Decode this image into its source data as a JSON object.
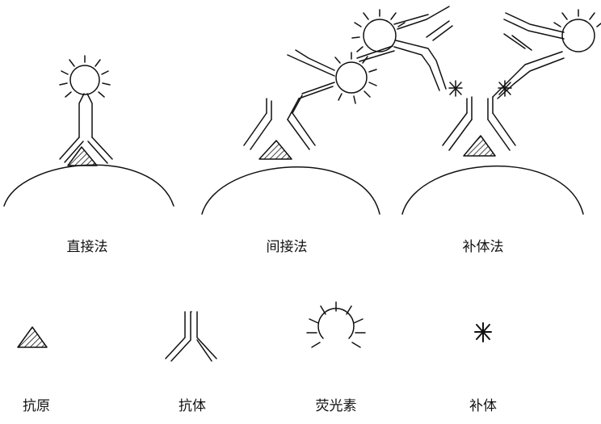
{
  "methods": [
    {
      "label": "直接法"
    },
    {
      "label": "间接法"
    },
    {
      "label": "补体法"
    }
  ],
  "legend": [
    {
      "label": "抗原",
      "icon": "antigen-triangle-icon"
    },
    {
      "label": "抗体",
      "icon": "antibody-y-icon"
    },
    {
      "label": "荧光素",
      "icon": "fluorescein-sun-icon"
    },
    {
      "label": "补体",
      "icon": "complement-star-icon"
    }
  ]
}
